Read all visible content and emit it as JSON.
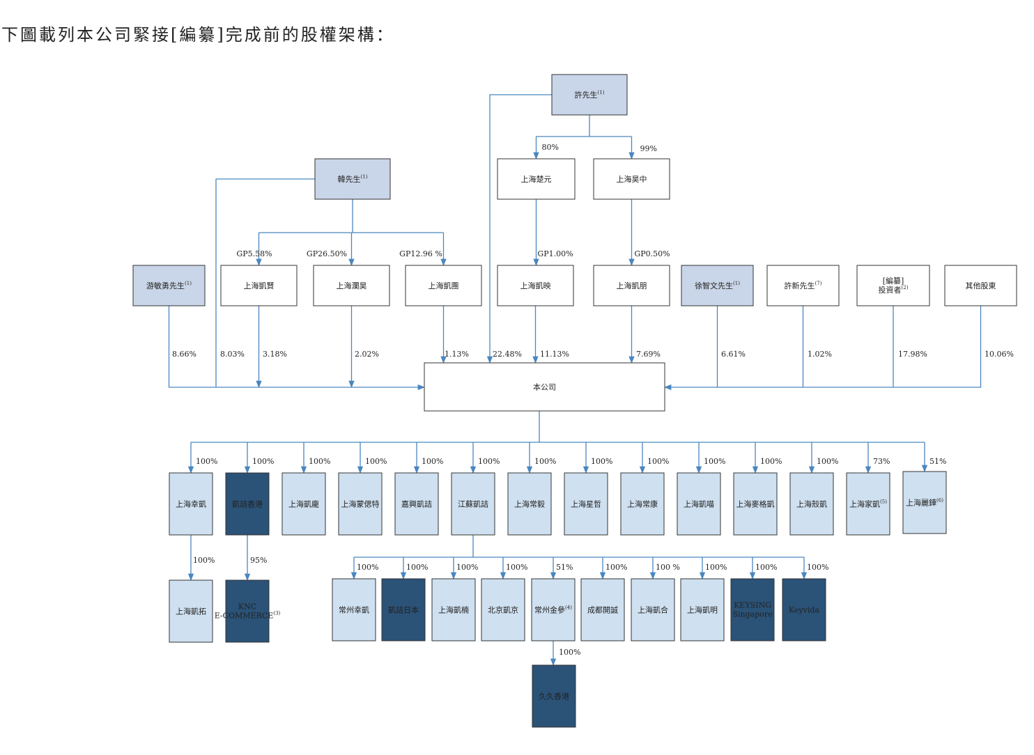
{
  "intro_text": "下圖載列本公司緊接[編纂]完成前的股權架構：",
  "colors": {
    "line": "#4a86bf",
    "box_border": "#333333",
    "fill_person": "#c9d5e8",
    "fill_white": "#ffffff",
    "fill_light": "#cfe0f0",
    "fill_dark": "#2b5277",
    "text_dark": "#222222",
    "text_light": "#ffffff"
  },
  "nodes": [
    {
      "id": "xu",
      "label": "許先生",
      "sup": "(1)",
      "style": "person"
    },
    {
      "id": "han",
      "label": "韓先生",
      "sup": "(1)",
      "style": "person"
    },
    {
      "id": "chuyuan",
      "label": "上海楚元",
      "style": "white"
    },
    {
      "id": "haozhong",
      "label": "上海昊中",
      "style": "white"
    },
    {
      "id": "you",
      "label": "游敏勇先生",
      "sup": "(1)",
      "style": "person"
    },
    {
      "id": "kaixian",
      "label": "上海凱賢",
      "style": "white"
    },
    {
      "id": "lanhao",
      "label": "上海瀾昊",
      "style": "white"
    },
    {
      "id": "kaituan",
      "label": "上海凱團",
      "style": "white"
    },
    {
      "id": "kaiying",
      "label": "上海凱映",
      "style": "white"
    },
    {
      "id": "kaipeng",
      "label": "上海凱朋",
      "style": "white"
    },
    {
      "id": "xuzhiwen",
      "label": "徐智文先生",
      "sup": "(1)",
      "style": "person"
    },
    {
      "id": "xuxin",
      "label": "許新先生",
      "sup": "(7)",
      "style": "white"
    },
    {
      "id": "investors",
      "label": "[編纂]",
      "label2": "投資者",
      "sup": "(2)",
      "style": "white"
    },
    {
      "id": "others",
      "label": "其他股東",
      "style": "white"
    },
    {
      "id": "company",
      "label": "本公司",
      "style": "white"
    },
    {
      "id": "s1",
      "label": "上海幸凱",
      "style": "light"
    },
    {
      "id": "s2",
      "label": "凱詰香港",
      "style": "dark"
    },
    {
      "id": "s3",
      "label": "上海凱龐",
      "style": "light"
    },
    {
      "id": "s4",
      "label": "上海蒙偲特",
      "style": "light"
    },
    {
      "id": "s5",
      "label": "嘉興凱詰",
      "style": "light"
    },
    {
      "id": "s6",
      "label": "江蘇凱詰",
      "style": "light"
    },
    {
      "id": "s7",
      "label": "上海常毅",
      "style": "light"
    },
    {
      "id": "s8",
      "label": "上海星哲",
      "style": "light"
    },
    {
      "id": "s9",
      "label": "上海常康",
      "style": "light"
    },
    {
      "id": "s10",
      "label": "上海凱喵",
      "style": "light"
    },
    {
      "id": "s11",
      "label": "上海麥格凱",
      "style": "light"
    },
    {
      "id": "s12",
      "label": "上海殼凱",
      "style": "light"
    },
    {
      "id": "s13",
      "label": "上海家凱",
      "sup": "(5)",
      "style": "light"
    },
    {
      "id": "s14",
      "label": "上海麗鏵",
      "sup": "(6)",
      "style": "light"
    },
    {
      "id": "t1",
      "label": "上海凱拓",
      "style": "light"
    },
    {
      "id": "t2",
      "label": "KNC",
      "label2": "E-COMMERCE",
      "sup": "(3)",
      "style": "dark"
    },
    {
      "id": "j1",
      "label": "常州幸凱",
      "style": "light"
    },
    {
      "id": "j2",
      "label": "凱詰日本",
      "style": "dark"
    },
    {
      "id": "j3",
      "label": "上海凱楠",
      "style": "light"
    },
    {
      "id": "j4",
      "label": "北京凱京",
      "style": "light"
    },
    {
      "id": "j5",
      "label": "常州金參",
      "sup": "(4)",
      "style": "light"
    },
    {
      "id": "j6",
      "label": "成都開誠",
      "style": "light"
    },
    {
      "id": "j7",
      "label": "上海凱合",
      "style": "light"
    },
    {
      "id": "j8",
      "label": "上海凱明",
      "style": "light"
    },
    {
      "id": "j9",
      "label": "KEYSING",
      "label2": "Singapore",
      "style": "dark"
    },
    {
      "id": "j10",
      "label": "Keyvida",
      "style": "dark"
    },
    {
      "id": "k1",
      "label": "久久香港",
      "style": "dark"
    }
  ],
  "percentages": {
    "xu_chuyuan": "80%",
    "xu_haozhong": "99%",
    "han_kaixian": "GP5.58%",
    "han_lanhao": "GP26.50%",
    "han_kaituan": "GP12.96 %",
    "chuyuan_kaiying": "GP1.00%",
    "haozhong_kaipeng": "GP0.50%",
    "you_co": "8.66%",
    "han_co": "8.03%",
    "kaixian_co": "3.18%",
    "lanhao_co": "2.02%",
    "kaituan_co": "1.13%",
    "xu_co": "22.48%",
    "kaiying_co": "11.13%",
    "kaipeng_co": "7.69%",
    "xuzhiwen_co": "6.61%",
    "xuxin_co": "1.02%",
    "investors_co": "17.98%",
    "others_co": "10.06%",
    "s1": "100%",
    "s2": "100%",
    "s3": "100%",
    "s4": "100%",
    "s5": "100%",
    "s6": "100%",
    "s7": "100%",
    "s8": "100%",
    "s9": "100%",
    "s10": "100%",
    "s11": "100%",
    "s12": "100%",
    "s13": "73%",
    "s14": "51%",
    "t1": "100%",
    "t2": "95%",
    "j1": "100%",
    "j2": "100%",
    "j3": "100%",
    "j4": "100%",
    "j5": "51%",
    "j6": "100%",
    "j7": "100 %",
    "j8": "100%",
    "j9": "100%",
    "j10": "100%",
    "k1": "100%"
  }
}
